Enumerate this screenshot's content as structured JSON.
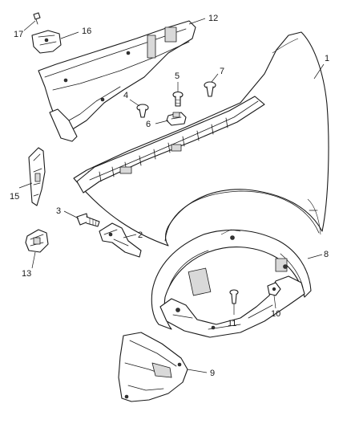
{
  "callouts": {
    "c1": "1",
    "c2": "2",
    "c3": "3",
    "c4": "4",
    "c5": "5",
    "c6": "6",
    "c7": "7",
    "c8": "8",
    "c9": "9",
    "c10": "10",
    "c11": "11",
    "c12": "12",
    "c13": "13",
    "c15": "15",
    "c16": "16",
    "c17": "17"
  }
}
